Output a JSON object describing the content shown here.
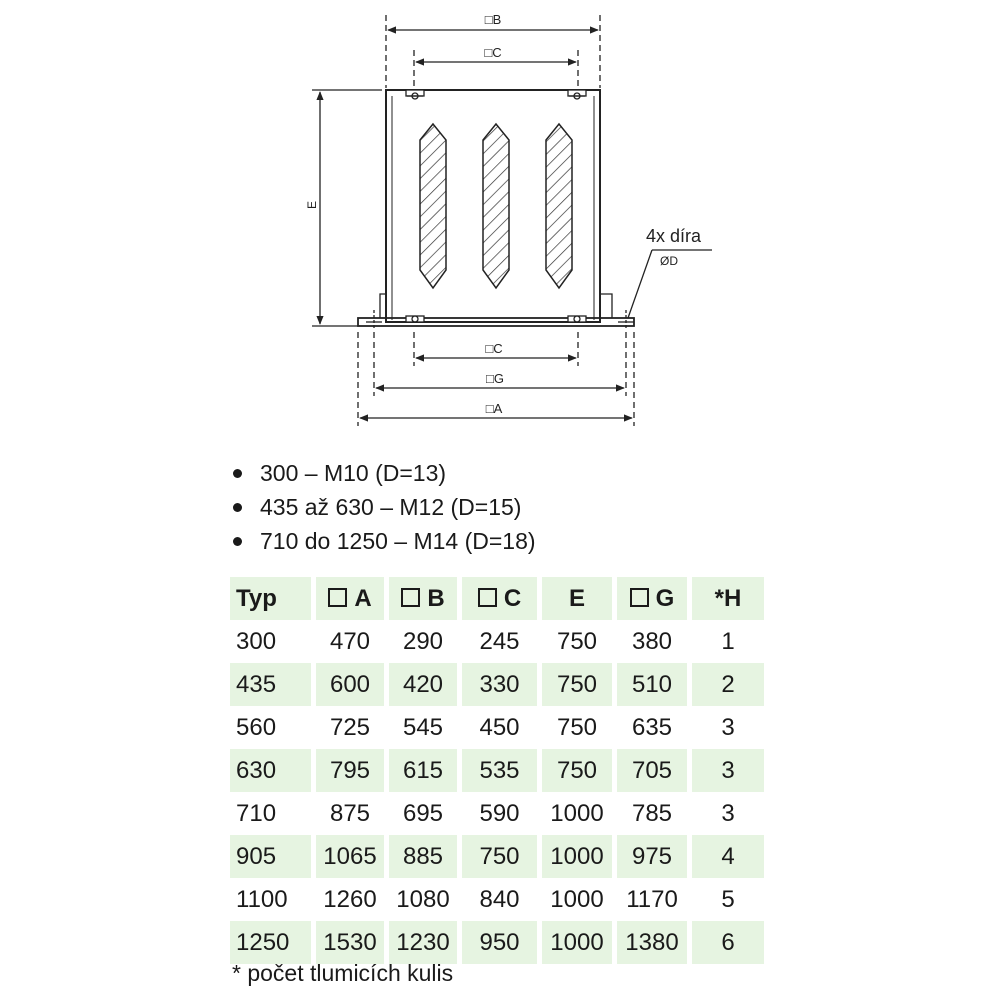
{
  "drawing": {
    "dim_labels": {
      "b_top": "□B",
      "c_top": "□C",
      "e_side": "E",
      "c_bottom": "□C",
      "g_bottom": "□G",
      "a_bottom": "□A",
      "hole_label": "4x díra",
      "hole_diameter": "ØD"
    }
  },
  "bullets": [
    "300 – M10 (D=13)",
    "435 až 630 – M12 (D=15)",
    "710 do 1250 – M14 (D=18)"
  ],
  "table": {
    "headers": [
      "Typ",
      "A",
      "B",
      "C",
      "E",
      "G",
      "*H"
    ],
    "rows": [
      [
        "300",
        "470",
        "290",
        "245",
        "750",
        "380",
        "1"
      ],
      [
        "435",
        "600",
        "420",
        "330",
        "750",
        "510",
        "2"
      ],
      [
        "560",
        "725",
        "545",
        "450",
        "750",
        "635",
        "3"
      ],
      [
        "630",
        "795",
        "615",
        "535",
        "750",
        "705",
        "3"
      ],
      [
        "710",
        "875",
        "695",
        "590",
        "1000",
        "785",
        "3"
      ],
      [
        "905",
        "1065",
        "885",
        "750",
        "1000",
        "975",
        "4"
      ],
      [
        "1100",
        "1260",
        "1080",
        "840",
        "1000",
        "1170",
        "5"
      ],
      [
        "1250",
        "1530",
        "1230",
        "950",
        "1000",
        "1380",
        "6"
      ]
    ],
    "shade_color": "#e6f4e1"
  },
  "footnote": "* počet tlumicích kulis"
}
